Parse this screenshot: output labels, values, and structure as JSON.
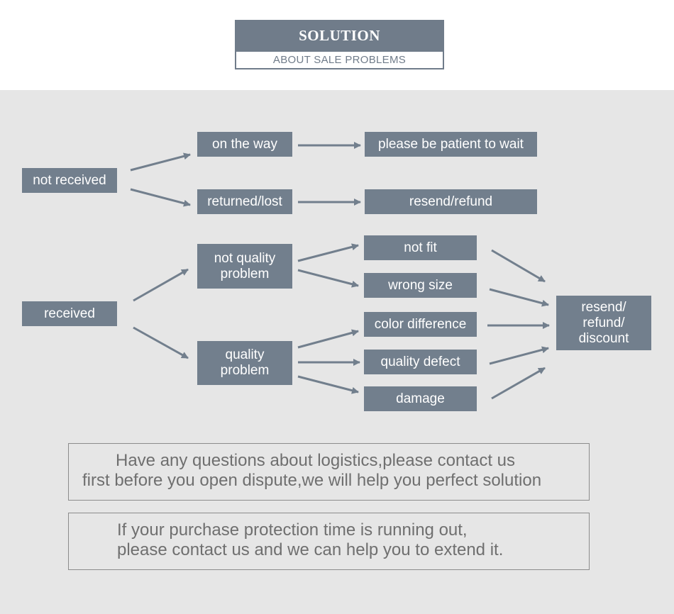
{
  "header": {
    "title": "SOLUTION",
    "subtitle": "ABOUT SALE PROBLEMS"
  },
  "nodes": {
    "not_received": "not received",
    "on_the_way": "on the way",
    "returned_lost": "returned/lost",
    "patient": "please be patient to wait",
    "resend_refund": "resend/refund",
    "received": "received",
    "not_quality_problem": [
      "not quality",
      "problem"
    ],
    "quality_problem": [
      "quality",
      "problem"
    ],
    "not_fit": "not fit",
    "wrong_size": "wrong size",
    "color_difference": "color difference",
    "quality_defect": "quality defect",
    "damage": "damage",
    "final": [
      "resend/",
      "refund/",
      "discount"
    ]
  },
  "notes": {
    "logistics": [
      "Have any questions about logistics,please contact us",
      "first before you open dispute,we will help you perfect solution"
    ],
    "protection": [
      "If your purchase protection time is running out,",
      "please contact us and we can help you to extend it."
    ]
  },
  "colors": {
    "node_fill": "#727f8d",
    "arrow": "#727f8d",
    "panel_bg": "#e6e6e6",
    "note_text": "#6f6f6f"
  }
}
